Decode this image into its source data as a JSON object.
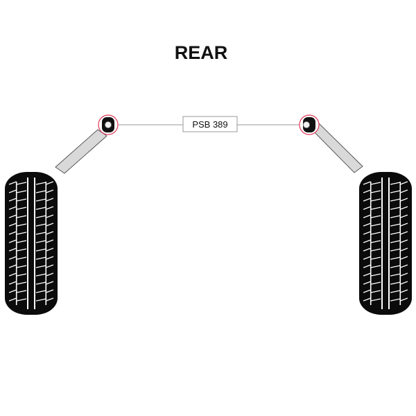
{
  "diagram": {
    "title": "REAR",
    "part_label": "PSB 389",
    "colors": {
      "ink": "#111111",
      "tyre": "#0b0b0b",
      "tread_line": "#ffffff",
      "arm_fill": "#d9d9d9",
      "arm_stroke": "#555555",
      "bush_ring": "#e0385a",
      "leader_line": "#999999"
    },
    "components": {
      "left_wheel": "tyre",
      "right_wheel": "tyre",
      "left_arm": "trailing-arm",
      "right_arm": "trailing-arm",
      "left_bush": "bush-highlight",
      "right_bush": "bush-highlight"
    }
  }
}
